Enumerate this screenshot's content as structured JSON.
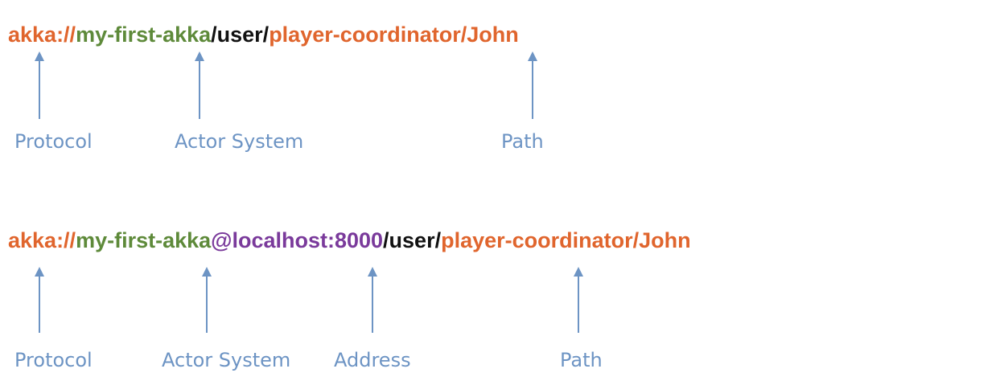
{
  "colors": {
    "protocol": "#e0652d",
    "actor_system": "#5e8a3a",
    "address": "#7a3a9b",
    "user": "#111111",
    "path": "#e0652d",
    "label": "#6d94c4",
    "arrow": "#6d94c4"
  },
  "local_uri": {
    "protocol": "akka://",
    "actor_system": "my-first-akka",
    "user": "/user/",
    "path": "player-coordinator/John",
    "labels": {
      "protocol": "Protocol",
      "actor_system": "Actor System",
      "path": "Path"
    }
  },
  "remote_uri": {
    "protocol": "akka://",
    "actor_system": "my-first-akka",
    "address": "@localhost:8000",
    "user": "/user/",
    "path": "player-coordinator/John",
    "labels": {
      "protocol": "Protocol",
      "actor_system": "Actor System",
      "address": "Address",
      "path": "Path"
    }
  }
}
